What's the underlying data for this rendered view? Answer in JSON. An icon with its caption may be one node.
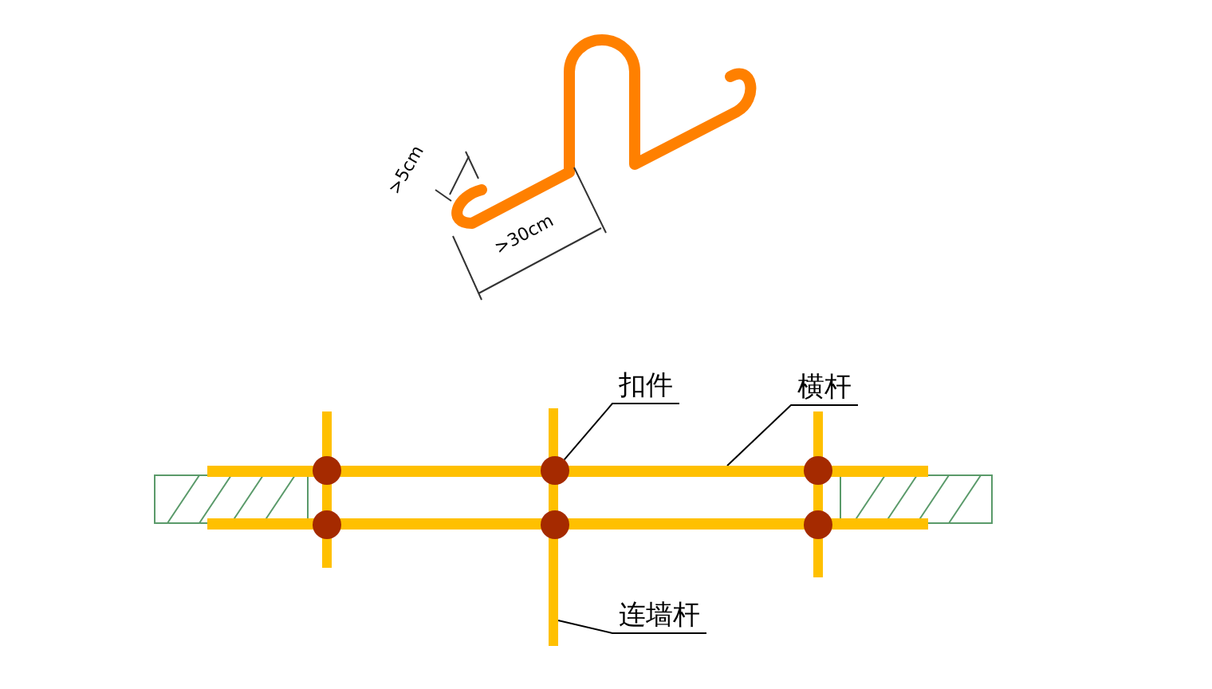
{
  "diagram": {
    "nodes": [
      {
        "text": [
          "扣件"
        ]
      },
      {
        "text": [
          "横杆"
        ]
      },
      {
        "text": [],
        "shape": "circle"
      },
      {
        "text": [],
        "shape": "circle"
      },
      {
        "text": [],
        "shape": "circle"
      },
      {
        "text": [],
        "shape": "bar"
      },
      {
        "text": [],
        "shape": "circle"
      },
      {
        "text": [],
        "shape": "circle"
      },
      {
        "text": [],
        "shape": "circle"
      },
      {
        "text": [
          "连墙杆"
        ]
      },
      {
        "text": [],
        "shape": "bar"
      }
    ],
    "edges": [
      {
        "from": 0,
        "to": 3,
        "arrow": "none"
      },
      {
        "from": 1,
        "to": 5,
        "arrow": "none"
      },
      {
        "from": 9,
        "to": 10,
        "arrow": "none"
      }
    ],
    "labels": [
      ">5cm",
      ">30cm"
    ]
  }
}
